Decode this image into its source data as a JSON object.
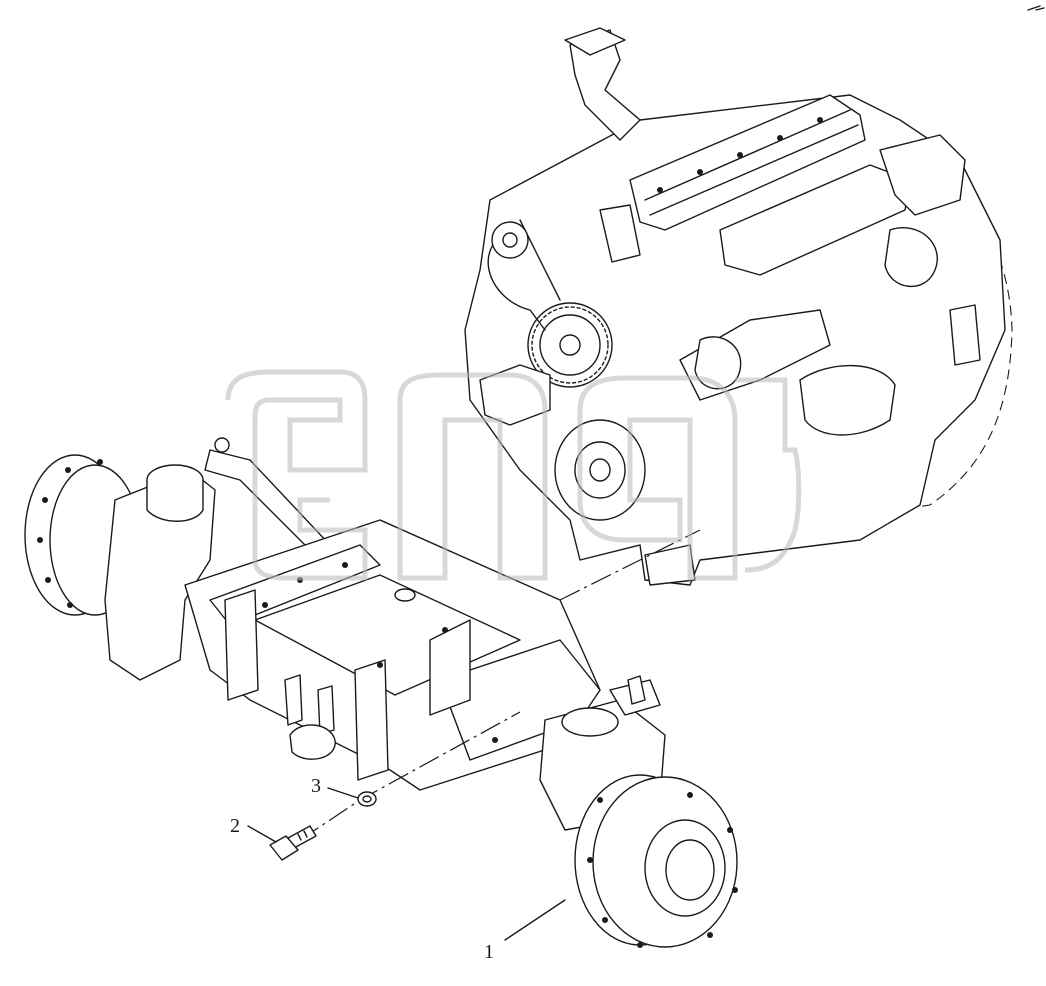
{
  "figure": {
    "callouts": [
      {
        "id": "1",
        "label": "1"
      },
      {
        "id": "2",
        "label": "2"
      },
      {
        "id": "3",
        "label": "3"
      }
    ],
    "watermark": "logo-outline",
    "colors": {
      "line": "#1a1a1a",
      "background": "#ffffff",
      "watermark": "#b8b8b8"
    }
  }
}
